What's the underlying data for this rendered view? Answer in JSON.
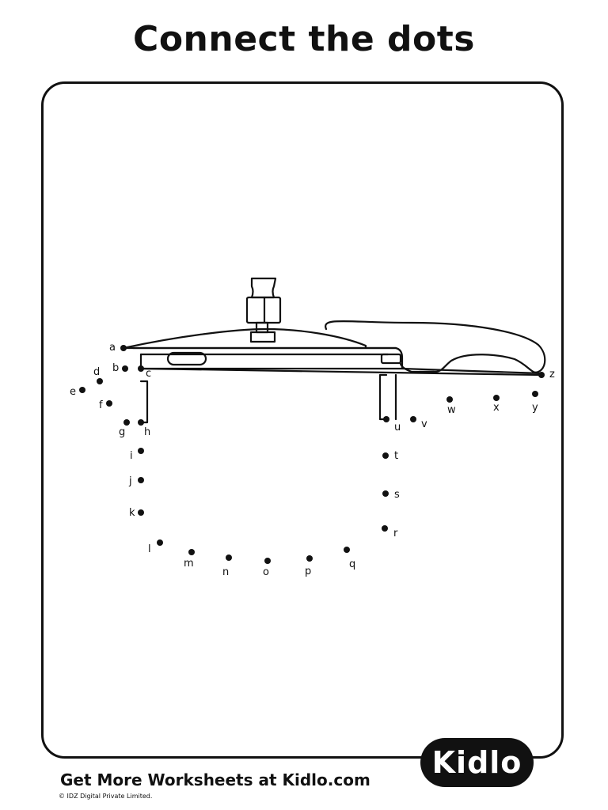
{
  "title": "Connect the dots",
  "footer": "Get More Worksheets at Kidlo.com",
  "copyright": "© IDZ Digital Private Limited.",
  "logo_text": "Kidlo",
  "dots": [
    {
      "label": "a"
    },
    {
      "label": "b"
    },
    {
      "label": "c"
    },
    {
      "label": "d"
    },
    {
      "label": "e"
    },
    {
      "label": "f"
    },
    {
      "label": "g"
    },
    {
      "label": "h"
    },
    {
      "label": "i"
    },
    {
      "label": "j"
    },
    {
      "label": "k"
    },
    {
      "label": "l"
    },
    {
      "label": "m"
    },
    {
      "label": "n"
    },
    {
      "label": "o"
    },
    {
      "label": "p"
    },
    {
      "label": "q"
    },
    {
      "label": "r"
    },
    {
      "label": "s"
    },
    {
      "label": "t"
    },
    {
      "label": "u"
    },
    {
      "label": "v"
    },
    {
      "label": "w"
    },
    {
      "label": "x"
    },
    {
      "label": "y"
    },
    {
      "label": "z"
    }
  ]
}
